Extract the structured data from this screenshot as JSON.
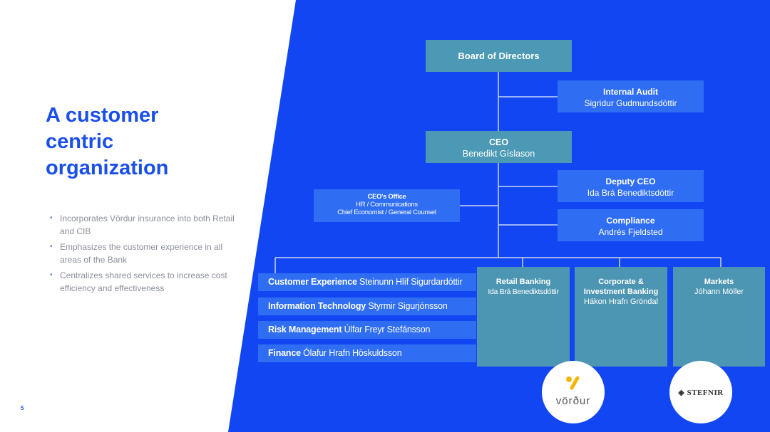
{
  "slide": {
    "title_lines": [
      "A customer",
      "centric",
      "organization"
    ],
    "bullets": [
      "Incorporates Vördur insurance into both Retail and CIB",
      "Emphasizes the customer experience in all areas of the Bank",
      "Centralizes shared services to increase cost efficiency and effectiveness"
    ],
    "page_number": "5"
  },
  "org": {
    "board": {
      "title": "Board of Directors"
    },
    "internal_audit": {
      "title": "Internal Audit",
      "name": "Sigridur Gudmundsdóttir"
    },
    "ceo": {
      "title": "CEO",
      "name": "Benedikt Gíslason"
    },
    "deputy_ceo": {
      "title": "Deputy CEO",
      "name": "Ida Brá Benediktsdóttir"
    },
    "compliance": {
      "title": "Compliance",
      "name": "Andrés Fjeldsted"
    },
    "ceo_office": {
      "title": "CEO's Office",
      "line1": "HR / Communications",
      "line2": "Chief Economist / General Counsel"
    },
    "functions": [
      {
        "title": "Customer Experience",
        "name": "Steinunn Hlíf Sigurdardóttir"
      },
      {
        "title": "Information Technology",
        "name": "Styrmir Sigurjónsson"
      },
      {
        "title": "Risk Management",
        "name": "Úlfar Freyr Stefánsson"
      },
      {
        "title": "Finance",
        "name": "Ólafur Hrafn Höskuldsson"
      }
    ],
    "business_units": [
      {
        "title": "Retail Banking",
        "title2": "",
        "name": "Ida Brá Benediktsdóttir"
      },
      {
        "title": "Corporate &",
        "title2": "Investment Banking",
        "name": "Hákon Hrafn Gröndal"
      },
      {
        "title": "Markets",
        "title2": "",
        "name": "Jóhann Möller"
      }
    ]
  },
  "logos": {
    "vordur": "vörður",
    "stefnir": "STEFNIR"
  },
  "colors": {
    "background_blue": "#1246f2",
    "title_blue": "#1a4fe8",
    "box_teal": "#4b99b4",
    "box_blue": "#2f6ef2"
  }
}
